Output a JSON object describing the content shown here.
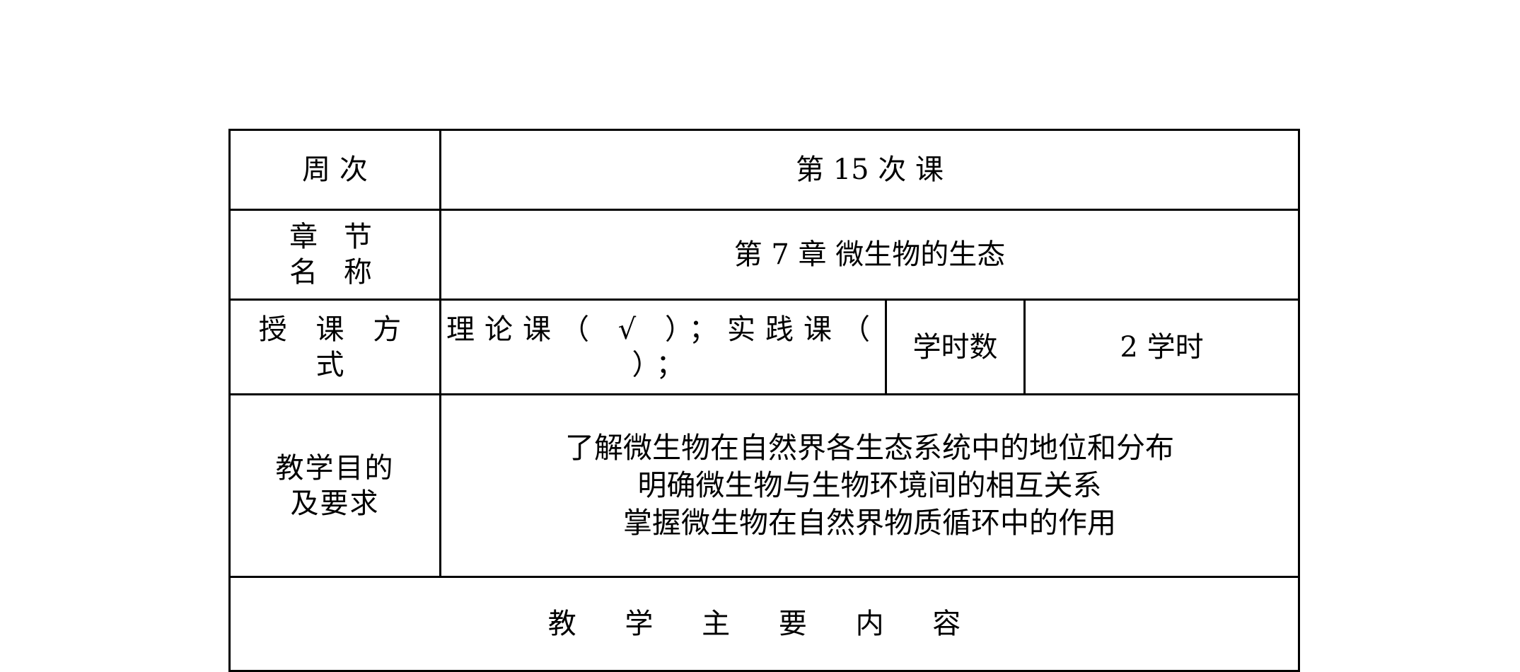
{
  "table": {
    "week_label": "周 次",
    "week_value": "第 15 次 课",
    "chapter_label_line1": "章 节",
    "chapter_label_line2": "名 称",
    "chapter_value": "第 7 章 微生物的生态",
    "mode_label": "授 课 方 式",
    "mode_value": "理论课（ √ ）；实践课（ ）；",
    "hours_label": "学时数",
    "hours_value": "2 学时",
    "goal_label_line1": "教学目的",
    "goal_label_line2": "及要求",
    "goals": [
      "了解微生物在自然界各生态系统中的地位和分布",
      "明确微生物与生物环境间的相互关系",
      "掌握微生物在自然界物质循环中的作用"
    ],
    "main_content_title": "教 学 主 要 内 容"
  }
}
